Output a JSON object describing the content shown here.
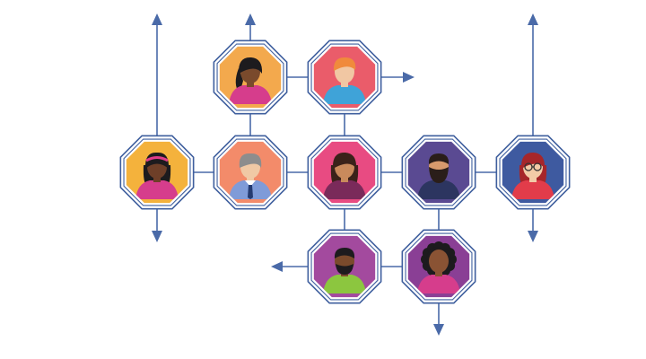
{
  "diagram": {
    "style": {
      "line_color": "#4a6aa8",
      "arrow_color": "#4a6aa8",
      "octagon_outer_stroke": "#3f5f9e",
      "octagon_gap_fill": "#ffffff"
    },
    "nodes": [
      {
        "id": "woman-ponytail",
        "bg": "#f3a94d",
        "skin": "#7a4a2c",
        "hair": "#1d1b1e",
        "shirt": "#d63d8c",
        "hair_style": "ponytail"
      },
      {
        "id": "man-ginger",
        "bg": "#ea5c6a",
        "skin": "#f1c7a3",
        "hair": "#f08a3c",
        "shirt": "#3fa3d8",
        "hair_style": "short"
      },
      {
        "id": "woman-headband",
        "bg": "#f4b23c",
        "skin": "#6e3f28",
        "hair": "#1d1b1e",
        "shirt": "#d63d8c",
        "hair_style": "headband"
      },
      {
        "id": "man-grey-tie",
        "bg": "#f38b6a",
        "skin": "#f0c9a5",
        "hair": "#8d8d8d",
        "shirt": "#7f9bd8",
        "hair_style": "grey"
      },
      {
        "id": "woman-bob",
        "bg": "#e84b82",
        "skin": "#c98a5c",
        "hair": "#3a221a",
        "shirt": "#7a2a5a",
        "hair_style": "bob"
      },
      {
        "id": "man-beard",
        "bg": "#5a4a92",
        "skin": "#d79a6d",
        "hair": "#2a1e1a",
        "shirt": "#2c3560",
        "hair_style": "beard"
      },
      {
        "id": "woman-glasses",
        "bg": "#3e5aa0",
        "skin": "#f2cba7",
        "hair": "#a6262a",
        "shirt": "#e23c4a",
        "hair_style": "long-glasses"
      },
      {
        "id": "man-green-shirt",
        "bg": "#a34a9e",
        "skin": "#7a4a2c",
        "hair": "#1d1b1e",
        "shirt": "#8cc63f",
        "hair_style": "beard-short"
      },
      {
        "id": "woman-curly",
        "bg": "#8a3f95",
        "skin": "#8a5334",
        "hair": "#1d1b1e",
        "shirt": "#d63d8c",
        "hair_style": "curly"
      }
    ],
    "arrows": [
      {
        "from": "woman-ponytail",
        "direction": "up"
      },
      {
        "from": "man-ginger",
        "direction": "right"
      },
      {
        "from": "woman-headband",
        "direction": "up"
      },
      {
        "from": "woman-headband",
        "direction": "down"
      },
      {
        "from": "woman-glasses",
        "direction": "up"
      },
      {
        "from": "woman-glasses",
        "direction": "down"
      },
      {
        "from": "man-green-shirt",
        "direction": "left"
      },
      {
        "from": "woman-curly",
        "direction": "down"
      }
    ]
  }
}
